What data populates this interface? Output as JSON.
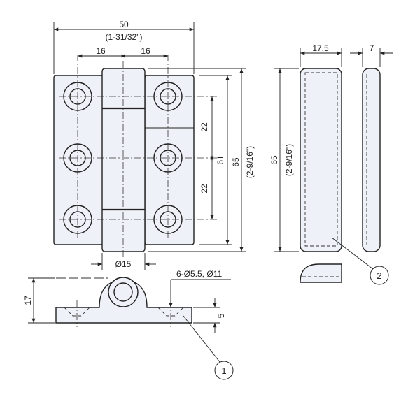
{
  "dimensions": {
    "width_mm": "50",
    "width_in": "(1-31/32\")",
    "hole_pitch_left": "16",
    "hole_pitch_right": "16",
    "vertical_pitch_upper": "22",
    "vertical_pitch_lower": "22",
    "hole_span": "61",
    "height_mm": "65",
    "height_in": "(2-9/16\")",
    "knuckle_dia": "Ø15",
    "side_height": "17",
    "leaf_thickness": "5",
    "holes": "6-Ø5.5, Ø11",
    "cover_width": "17.5",
    "cover_depth": "7",
    "cover_height_mm": "65",
    "cover_height_in": "(2-9/16\")"
  },
  "callouts": {
    "hinge_body": "1",
    "cover": "2"
  },
  "colors": {
    "part_fill": "#eef1f7",
    "line": "#222222"
  }
}
